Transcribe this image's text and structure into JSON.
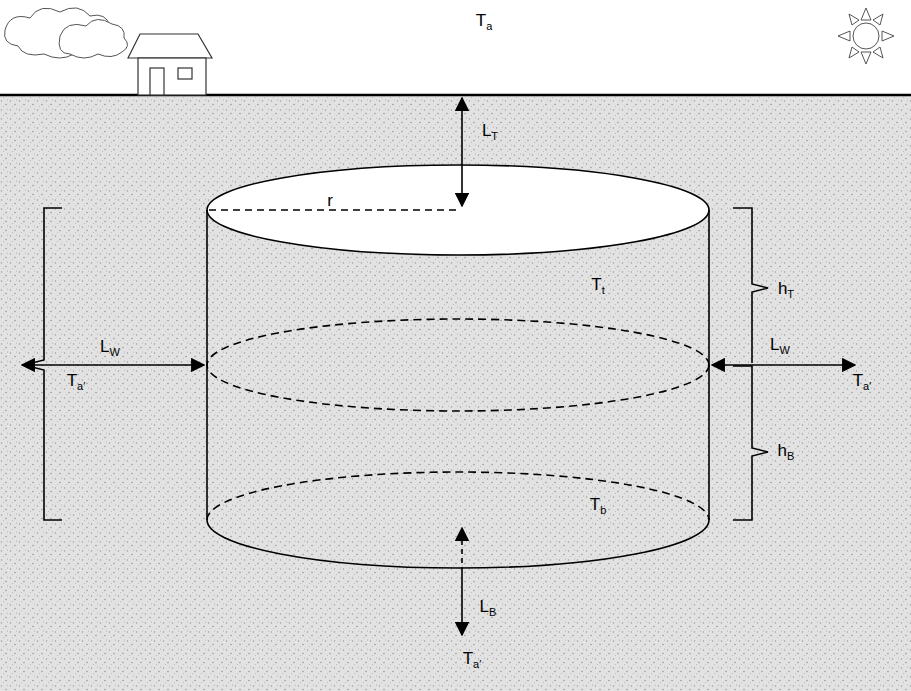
{
  "diagram": {
    "labels": [
      "Ta",
      "LT",
      "r",
      "Tt",
      "hT",
      "LW",
      "LW",
      "Ta′",
      "Ta′",
      "hB",
      "Tb",
      "LB",
      "Ta′"
    ]
  }
}
